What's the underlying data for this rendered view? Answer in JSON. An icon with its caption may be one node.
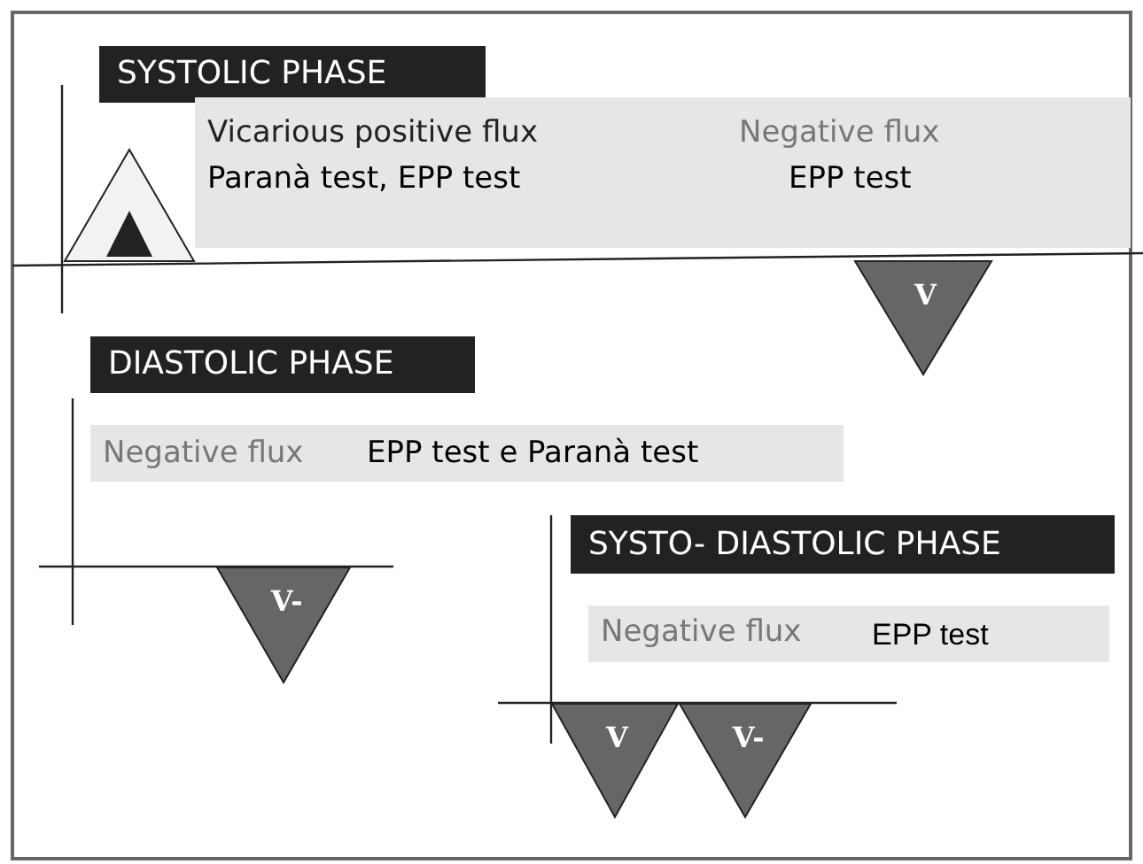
{
  "diagram": {
    "nodes": [
      {
        "text": [
          "SYSTOLIC PHASE"
        ]
      },
      {
        "text": [
          "Vicarious positive flux",
          "Paranà test, EPP test",
          "Negative flux",
          "EPP test"
        ]
      },
      {
        "text": [],
        "shape": "triangle"
      },
      {
        "text": [
          "V"
        ]
      },
      {
        "text": [
          "DIASTOLIC PHASE"
        ]
      },
      {
        "text": [
          "Negative flux",
          "EPP test e Paranà test"
        ]
      },
      {
        "text": [
          "V-"
        ]
      },
      {
        "text": [
          "SYSTO- DIASTOLIC PHASE"
        ]
      },
      {
        "text": [
          "Negative flux",
          "EPP test"
        ]
      },
      {
        "text": [
          "V"
        ]
      },
      {
        "text": [
          "V-"
        ]
      }
    ],
    "edges": []
  }
}
